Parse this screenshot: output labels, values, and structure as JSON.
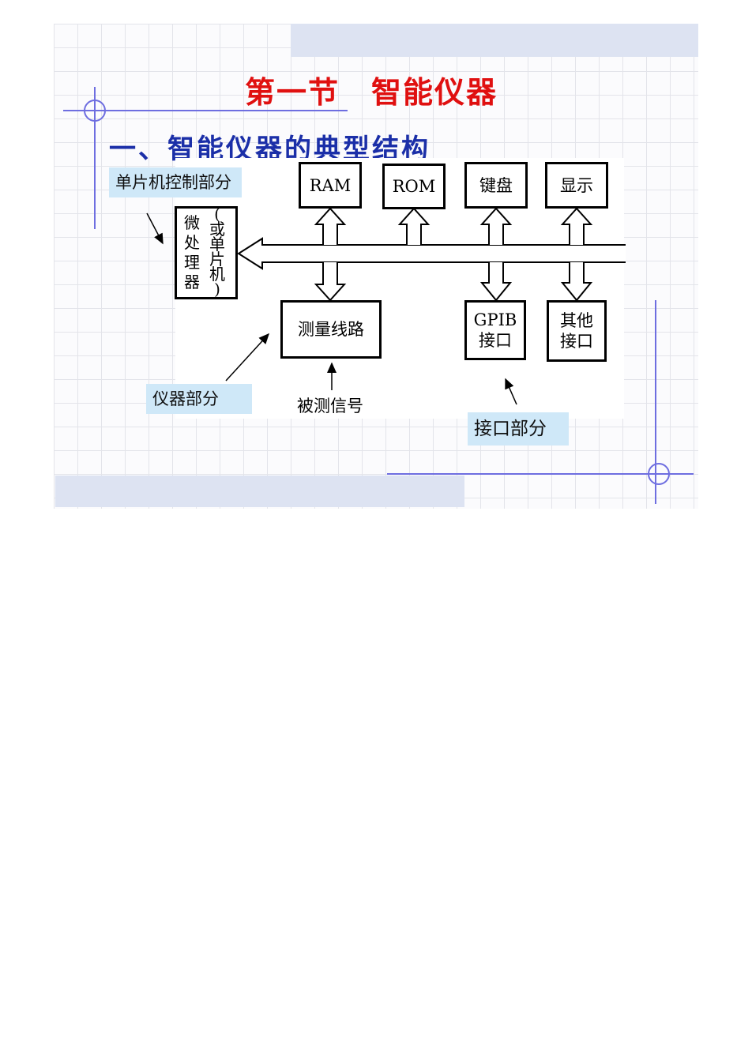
{
  "slide": {
    "title": "第一节　智能仪器",
    "subtitle": "一、智能仪器的典型结构"
  },
  "diagram": {
    "modules": {
      "ram": "RAM",
      "rom": "ROM",
      "keyboard": "键盘",
      "display": "显示",
      "measure": "测量线路",
      "gpib_line1": "GPIB",
      "gpib_line2": "接口",
      "other_line1": "其他",
      "other_line2": "接口"
    },
    "processor": {
      "col1": [
        "微",
        "处",
        "理",
        "器"
      ],
      "col2": [
        "(",
        "或",
        "单",
        "片",
        "机",
        ")"
      ]
    },
    "labels": {
      "mcu_part": "单片机控制部分",
      "instrument_part": "仪器部分",
      "interface_part": "接口部分",
      "signal": "被测信号"
    }
  },
  "colors": {
    "title": "#e01010",
    "subtitle": "#1b2fa8",
    "label_background": "#cfe8f8",
    "decor_line": "#6e6ee0",
    "band": "#dde3f2"
  }
}
